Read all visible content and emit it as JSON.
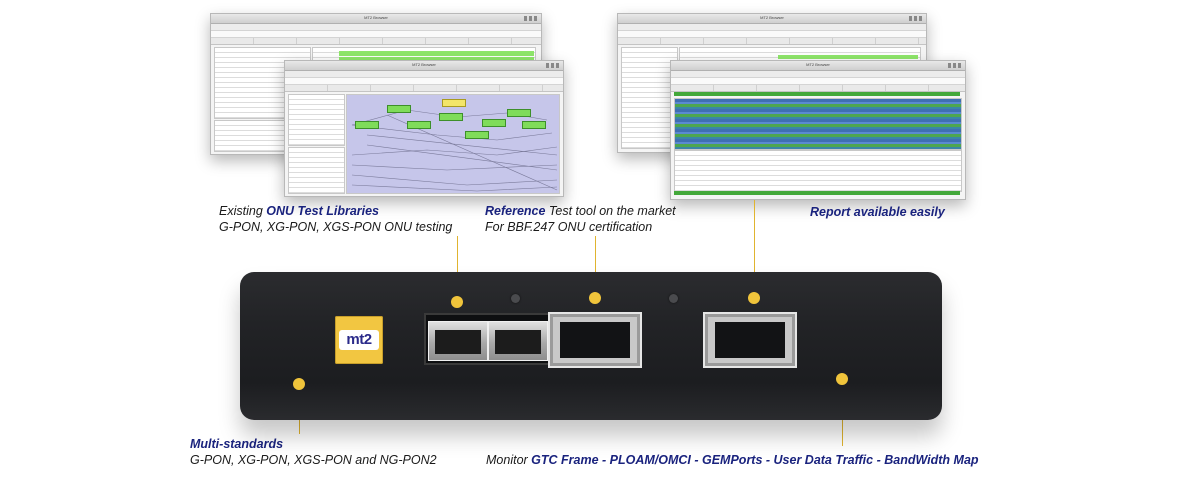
{
  "screens": {
    "left_back": {
      "title": "MT2 Browser"
    },
    "left_front": {
      "title": "MT2 Browser"
    },
    "right_back": {
      "title": "MT2 Browser"
    },
    "right_front": {
      "title": "MT2 Browser"
    }
  },
  "captions": {
    "libraries": {
      "prefix": "Existing ",
      "highlight": "ONU Test Libraries",
      "line2": "G-PON, XG-PON, XGS-PON ONU testing"
    },
    "reference": {
      "highlight": "Reference",
      "suffix": " Test tool on the market",
      "line2": "For BBF.247 ONU certification"
    },
    "report": "Report available easily",
    "multi": {
      "highlight": "Multi-standards",
      "line2": "G-PON, XG-PON, XGS-PON and NG-PON2"
    },
    "monitor": {
      "prefix": "Monitor ",
      "highlight": "GTC Frame - PLOAM/OMCI - GEMPorts - User Data Traffic - BandWidth Map"
    }
  },
  "device": {
    "logo_text": "mt2"
  },
  "colors": {
    "accent_yellow": "#f0c43b",
    "caption_blue": "#1a237e",
    "device_body": "#222326"
  }
}
